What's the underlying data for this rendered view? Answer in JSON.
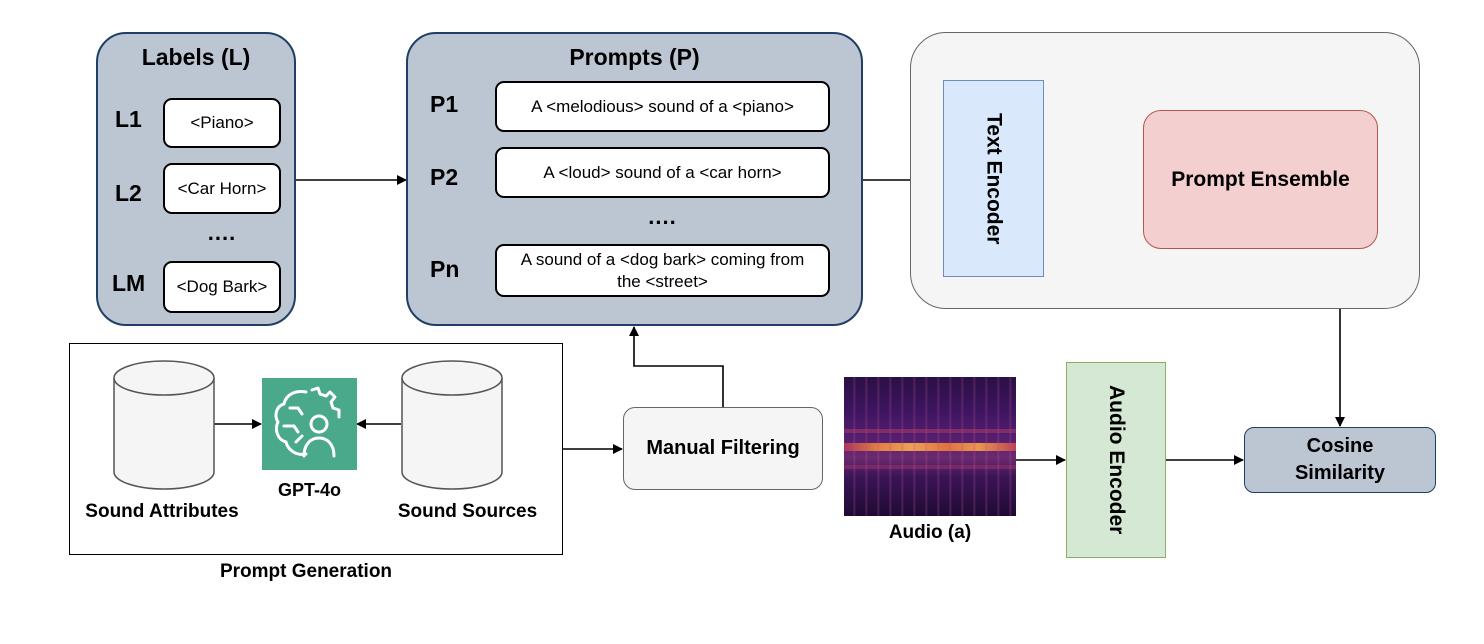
{
  "labels_panel": {
    "title": "Labels (L)",
    "rows": [
      {
        "id": "L1",
        "value": "<Piano>"
      },
      {
        "id": "L2",
        "value": "<Car Horn>"
      },
      {
        "id": "LM",
        "value": "<Dog Bark>"
      }
    ],
    "ellipsis": "...."
  },
  "prompts_panel": {
    "title": "Prompts (P)",
    "rows": [
      {
        "id": "P1",
        "value": "A <melodious> sound of a <piano>"
      },
      {
        "id": "P2",
        "value": "A <loud> sound of a <car horn>"
      },
      {
        "id": "Pn",
        "value": "A sound of a <dog bark> coming from the <street>"
      }
    ],
    "ellipsis": "...."
  },
  "text_encoder": "Text Encoder",
  "prompt_ensemble": "Prompt Ensemble",
  "prompt_generation": {
    "caption": "Prompt Generation",
    "sound_attributes": "Sound Attributes",
    "gpt": "GPT-4o",
    "sound_sources": "Sound Sources"
  },
  "manual_filtering": "Manual Filtering",
  "audio_label": "Audio (a)",
  "audio_encoder": "Audio Encoder",
  "cosine_similarity": "Cosine Similarity",
  "colors": {
    "panel_fill": "#bcc6d2",
    "panel_stroke": "#1f3f66",
    "text_encoder_fill": "#dae8fc",
    "text_encoder_stroke": "#6c8ebf",
    "ensemble_fill": "#f3cfcf",
    "ensemble_stroke": "#b85450",
    "audio_encoder_fill": "#d5e8d4",
    "audio_encoder_stroke": "#82b366",
    "gpt_tile": "#4aa98a"
  }
}
